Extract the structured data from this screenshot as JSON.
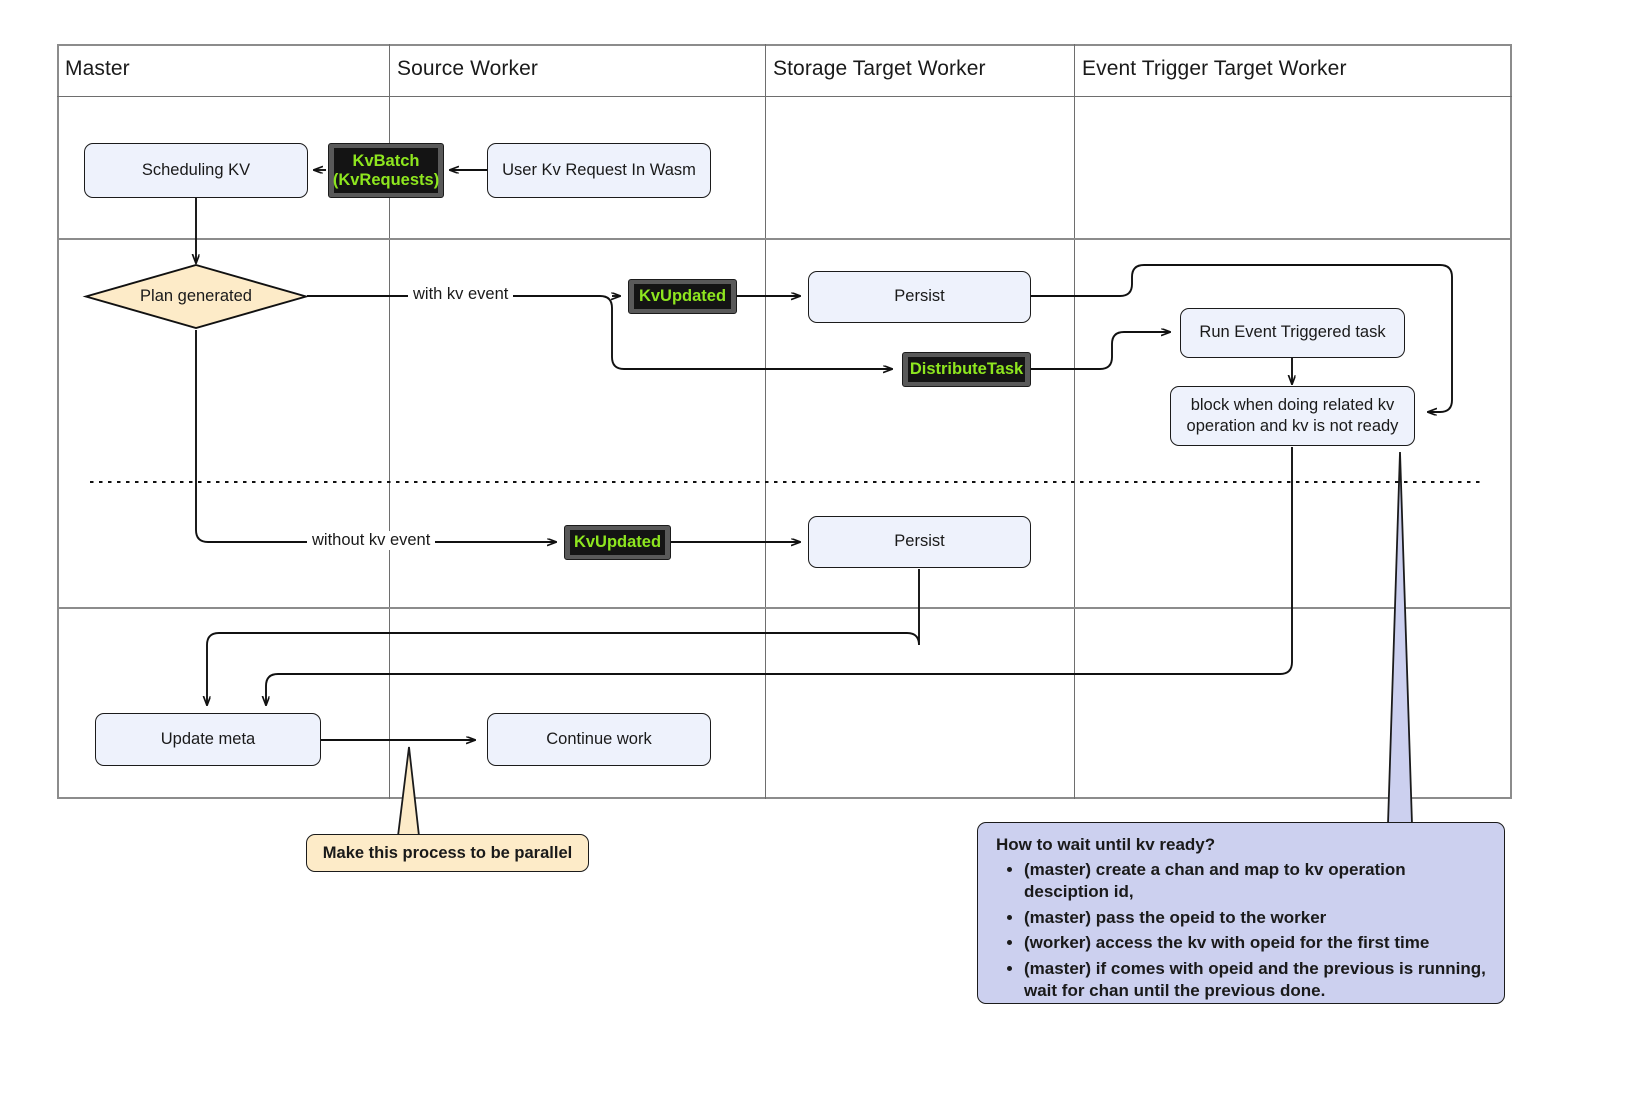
{
  "diagram": {
    "lanes": [
      {
        "title": "Master"
      },
      {
        "title": "Source Worker"
      },
      {
        "title": "Storage Target Worker"
      },
      {
        "title": "Event Trigger Target Worker"
      }
    ],
    "nodes": {
      "scheduling_kv": "Scheduling KV",
      "kvbatch_line1": "KvBatch",
      "kvbatch_line2": "(KvRequests)",
      "user_kv_request": "User Kv Request In Wasm",
      "plan_generated": "Plan generated",
      "kvupdated_top": "KvUpdated",
      "persist_top": "Persist",
      "distribute_task": "DistributeTask",
      "run_event_task": "Run Event Triggered task",
      "block_line1": "block when doing related kv",
      "block_line2": "operation and kv is not ready",
      "kvupdated_bottom": "KvUpdated",
      "persist_bottom": "Persist",
      "update_meta": "Update meta",
      "continue_work": "Continue work"
    },
    "edge_labels": {
      "with_kv_event": "with kv event",
      "without_kv_event": "without kv event"
    },
    "callouts": {
      "parallel_note": "Make this process to be parallel",
      "kv_ready_note": {
        "title": "How to wait until kv ready?",
        "bullets": [
          "(master) create a chan and map to kv operation desciption id,",
          "(master) pass the opeid to the worker",
          "(worker) access the kv with opeid for the first time",
          "(master) if comes with opeid and the previous is running, wait for chan until the previous done."
        ]
      }
    },
    "colors": {
      "process_fill": "#eef2fc",
      "message_fill": "#141414",
      "message_text": "#8ee61f",
      "decision_fill": "#fdebc8",
      "yellow_callout": "#fdebc8",
      "blue_callout": "#ccd0ef",
      "stroke": "#1b1b1b",
      "lane_border": "#8c8c8c"
    }
  }
}
